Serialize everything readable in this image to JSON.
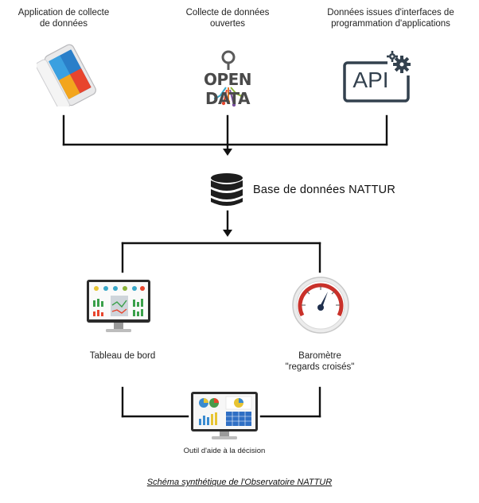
{
  "sources": [
    {
      "id": "app",
      "lines": [
        "Application de collecte",
        "de données"
      ],
      "icon": "smartphone-icon"
    },
    {
      "id": "opendata",
      "lines": [
        "Collecte de données",
        "ouvertes"
      ],
      "icon": "open-data-logo",
      "logo_text": "OPEN DATA"
    },
    {
      "id": "api",
      "lines": [
        "Données issues d'interfaces de",
        "programmation d'applications"
      ],
      "icon": "api-gear-icon",
      "logo_text": "API"
    }
  ],
  "database": {
    "label": "Base de données NATTUR",
    "icon": "database-icon"
  },
  "outputs": [
    {
      "id": "dashboard",
      "lines": [
        "Tableau de bord"
      ],
      "icon": "dashboard-monitor-icon"
    },
    {
      "id": "barometer",
      "lines": [
        "Baromètre",
        "\"regards croisés\""
      ],
      "icon": "speedometer-icon"
    }
  ],
  "decision_tool": {
    "label": "Outil d'aide à la décision",
    "icon": "decision-monitor-icon"
  },
  "caption": "Schéma synthétique de l'Observatoire NATTUR",
  "colors": {
    "line": "#111111",
    "api": "#33414e",
    "gauge_red": "#c9312a",
    "open_data": "#e6792a"
  }
}
